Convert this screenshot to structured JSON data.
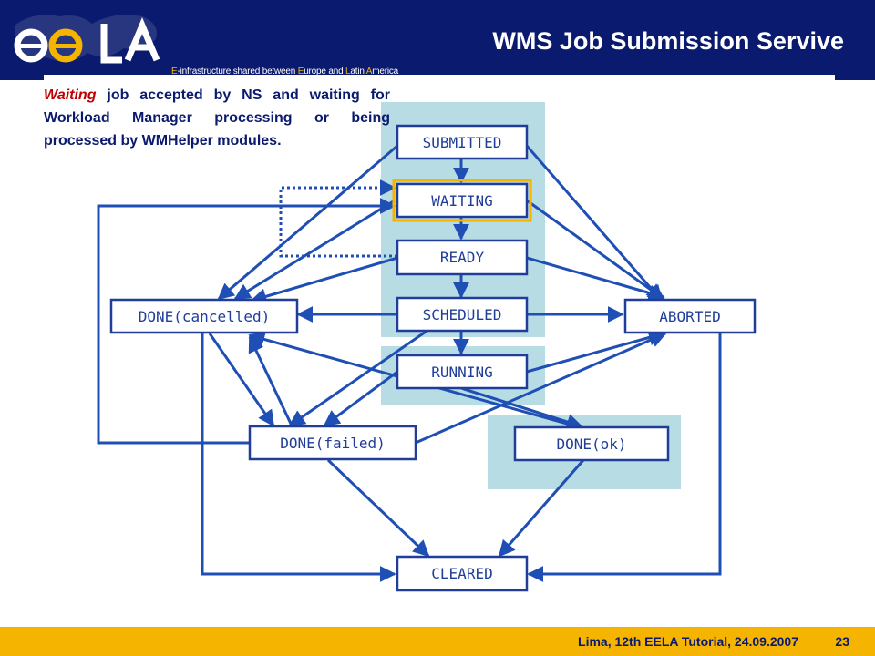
{
  "header": {
    "title": "WMS Job Submission Servive",
    "logo_text": "ee LA",
    "tagline": {
      "p1": "",
      "hl1": "E",
      "p2": "-infrastructure shared between ",
      "hl2": "E",
      "p3": "urope and ",
      "hl3": "L",
      "p4": "atin ",
      "hl4": "A",
      "p5": "merica"
    }
  },
  "description": {
    "state_word": "Waiting",
    "text": " job accepted by NS and waiting for Workload Manager processing or being processed by WMHelper modules."
  },
  "states": {
    "submitted": "SUBMITTED",
    "waiting": "WAITING",
    "ready": "READY",
    "scheduled": "SCHEDULED",
    "running": "RUNNING",
    "done_cancelled": "DONE(cancelled)",
    "aborted": "ABORTED",
    "done_failed": "DONE(failed)",
    "done_ok": "DONE(ok)",
    "cleared": "CLEARED"
  },
  "colors": {
    "header_bg": "#0a1a6e",
    "footer_bg": "#f5b400",
    "highlight": "#f5b400",
    "state_group_bg": "#b8dce4",
    "arrow": "#1f4fb5"
  },
  "footer": {
    "text": "Lima, 12th EELA Tutorial, 24.09.2007",
    "page": "23"
  }
}
